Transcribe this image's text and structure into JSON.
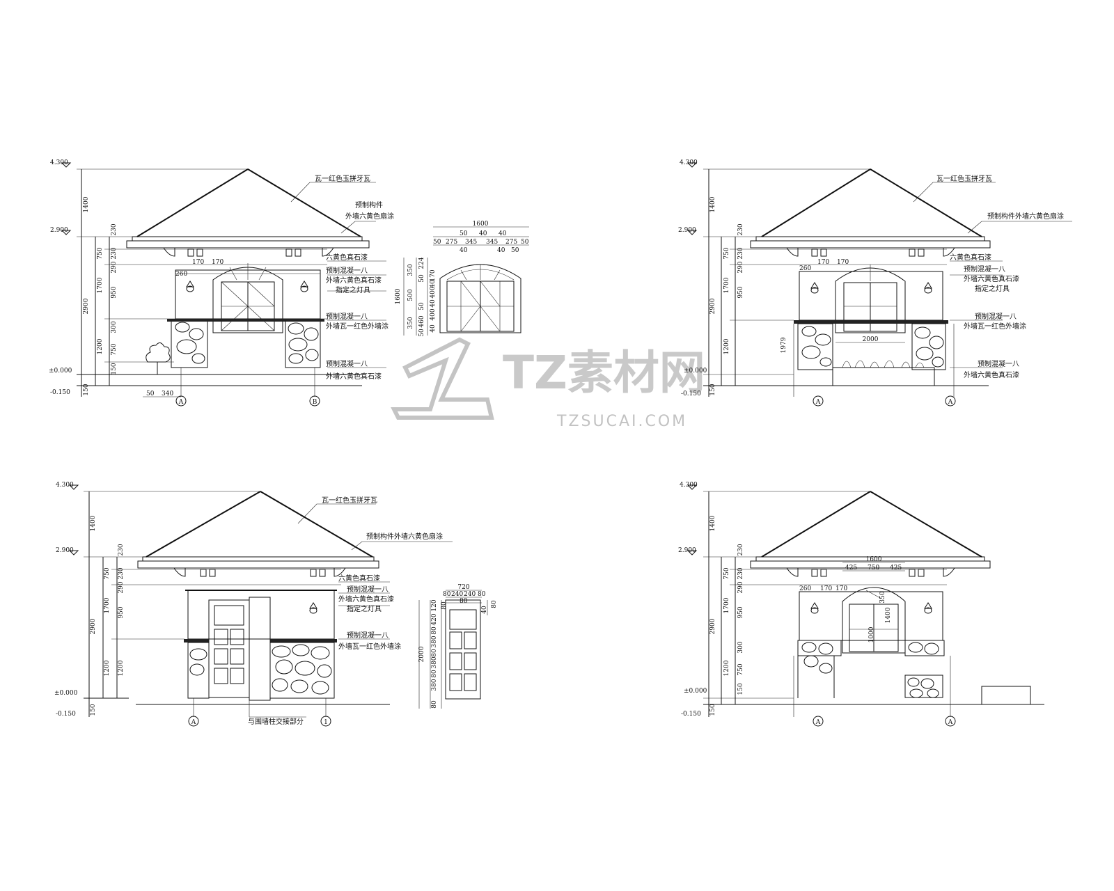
{
  "elevation_1": {
    "levels": [
      "4.300",
      "2.900",
      "±0.000",
      "-0.150"
    ],
    "dims_left": [
      "1400",
      "230",
      "750",
      "230",
      "290",
      "1700",
      "2900",
      "950",
      "300",
      "1200",
      "750",
      "150",
      "150"
    ],
    "dims_top": [
      "170",
      "170",
      "260"
    ],
    "dims_bottom": [
      "50",
      "340"
    ],
    "axes": [
      "A",
      "B"
    ],
    "notes": [
      "瓦一红色玉拼牙瓦",
      "预制构件",
      "外墙六黄色扇涂",
      "六黄色真石漆",
      "预制混凝一八",
      "外墙六黄色真石漆",
      "指定之灯具",
      "预制混凝一八",
      "外墙瓦一红色外墙涂",
      "预制混凝一八",
      "外墙六黄色真石漆"
    ]
  },
  "window_detail_1": {
    "dims_top": [
      "1600",
      "50",
      "40",
      "40",
      "50",
      "275",
      "345",
      "345",
      "275",
      "50",
      "40",
      "40",
      "50"
    ],
    "dims_left": [
      "1600",
      "350",
      "224",
      "50",
      "170",
      "500",
      "400",
      "50",
      "400",
      "350",
      "460",
      "40",
      "40",
      "40",
      "50"
    ]
  },
  "elevation_2": {
    "levels": [
      "4.300",
      "2.900",
      "±0.000",
      "-0.150"
    ],
    "dims_left": [
      "1400",
      "230",
      "750",
      "230",
      "290",
      "1700",
      "2900",
      "950",
      "1979",
      "1200",
      "150"
    ],
    "dims_top": [
      "260",
      "170",
      "170"
    ],
    "dim_planter": "2000",
    "axes": [
      "A",
      "A"
    ],
    "notes": [
      "瓦一红色玉拼牙瓦",
      "预制构件外墙六黄色扇涂",
      "六黄色真石漆",
      "预制混凝一八",
      "外墙六黄色真石漆",
      "指定之灯具",
      "预制混凝一八",
      "外墙瓦一红色外墙涂",
      "预制混凝一八",
      "外墙六黄色真石漆"
    ]
  },
  "elevation_3": {
    "levels": [
      "4.300",
      "2.900",
      "±0.000",
      "-0.150"
    ],
    "dims_left": [
      "1400",
      "230",
      "750",
      "230",
      "290",
      "1700",
      "2900",
      "950",
      "1200",
      "1200",
      "150"
    ],
    "axes": [
      "A",
      "1"
    ],
    "bottom_note": "与围墙柱交接部分",
    "notes": [
      "瓦一红色玉拼牙瓦",
      "预制构件外墙六黄色扇涂",
      "六黄色真石漆",
      "预制混凝一八",
      "外墙六黄色真石漆",
      "指定之灯具",
      "预制混凝一八",
      "外墙瓦一红色外墙涂"
    ]
  },
  "door_detail": {
    "dims_top": [
      "720",
      "80",
      "240",
      "240",
      "80",
      "80"
    ],
    "dims_left": [
      "2000",
      "120",
      "80",
      "420",
      "80",
      "380",
      "80",
      "380",
      "80",
      "380",
      "80"
    ],
    "dims_right": [
      "40",
      "80"
    ]
  },
  "elevation_4": {
    "levels": [
      "4.300",
      "2.900",
      "±0.000",
      "-0.150"
    ],
    "dims_left": [
      "1400",
      "230",
      "750",
      "230",
      "290",
      "1700",
      "2900",
      "950",
      "300",
      "1200",
      "750",
      "150",
      "150"
    ],
    "dims_top": [
      "1600",
      "425",
      "750",
      "425",
      "260",
      "170",
      "170"
    ],
    "dims_window": [
      "350",
      "1000",
      "1400"
    ],
    "axes": [
      "A",
      "A"
    ]
  },
  "watermark": {
    "brand": "TZ素材网",
    "url": "TZSUCAI.COM"
  }
}
